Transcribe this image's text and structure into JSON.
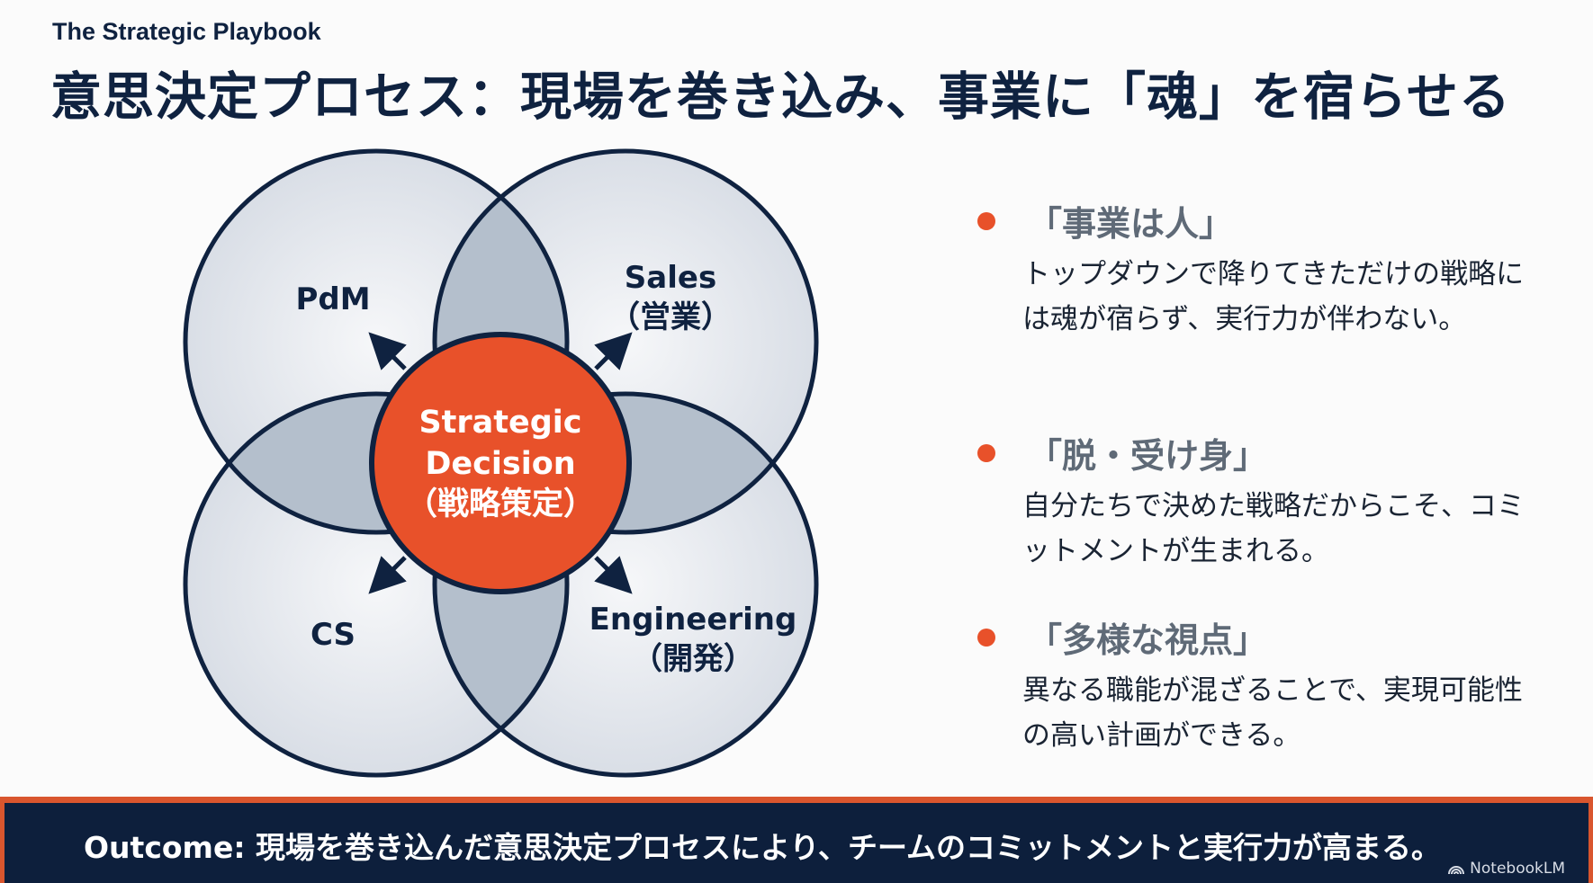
{
  "header": {
    "subtitle": "The Strategic Playbook",
    "title": "意思決定プロセス：現場を巻き込み、事業に「魂」を宿らせる"
  },
  "diagram": {
    "circles": [
      {
        "id": "pdm",
        "label": "PdM",
        "sublabel": ""
      },
      {
        "id": "sales",
        "label": "Sales",
        "sublabel": "（営業）"
      },
      {
        "id": "cs",
        "label": "CS",
        "sublabel": ""
      },
      {
        "id": "engineering",
        "label": "Engineering",
        "sublabel": "（開発）"
      }
    ],
    "center": {
      "line1": "Strategic",
      "line2": "Decision",
      "line3": "（戦略策定）"
    },
    "colors": {
      "outline": "#0f2240",
      "circle_fill": "#e6e9ee",
      "overlap_fill": "#b4bfcc",
      "center_fill": "#e8512a"
    }
  },
  "points": [
    {
      "heading": "「事業は人」",
      "body": "トップダウンで降りてきただけの戦略には魂が宿らず、実行力が伴わない。"
    },
    {
      "heading": "「脱・受け身」",
      "body": "自分たちで決めた戦略だからこそ、コミットメントが生まれる。"
    },
    {
      "heading": "「多様な視点」",
      "body": "異なる職能が混ざることで、実現可能性の高い計画ができる。"
    }
  ],
  "banner": {
    "outcome": "Outcome: 現場を巻き込んだ意思決定プロセスにより、チームのコミットメントと実行力が高まる。",
    "watermark": "NotebookLM"
  },
  "colors": {
    "accent": "#e8512a",
    "navy": "#0d1f3c",
    "heading_gray": "#5f6a77"
  }
}
